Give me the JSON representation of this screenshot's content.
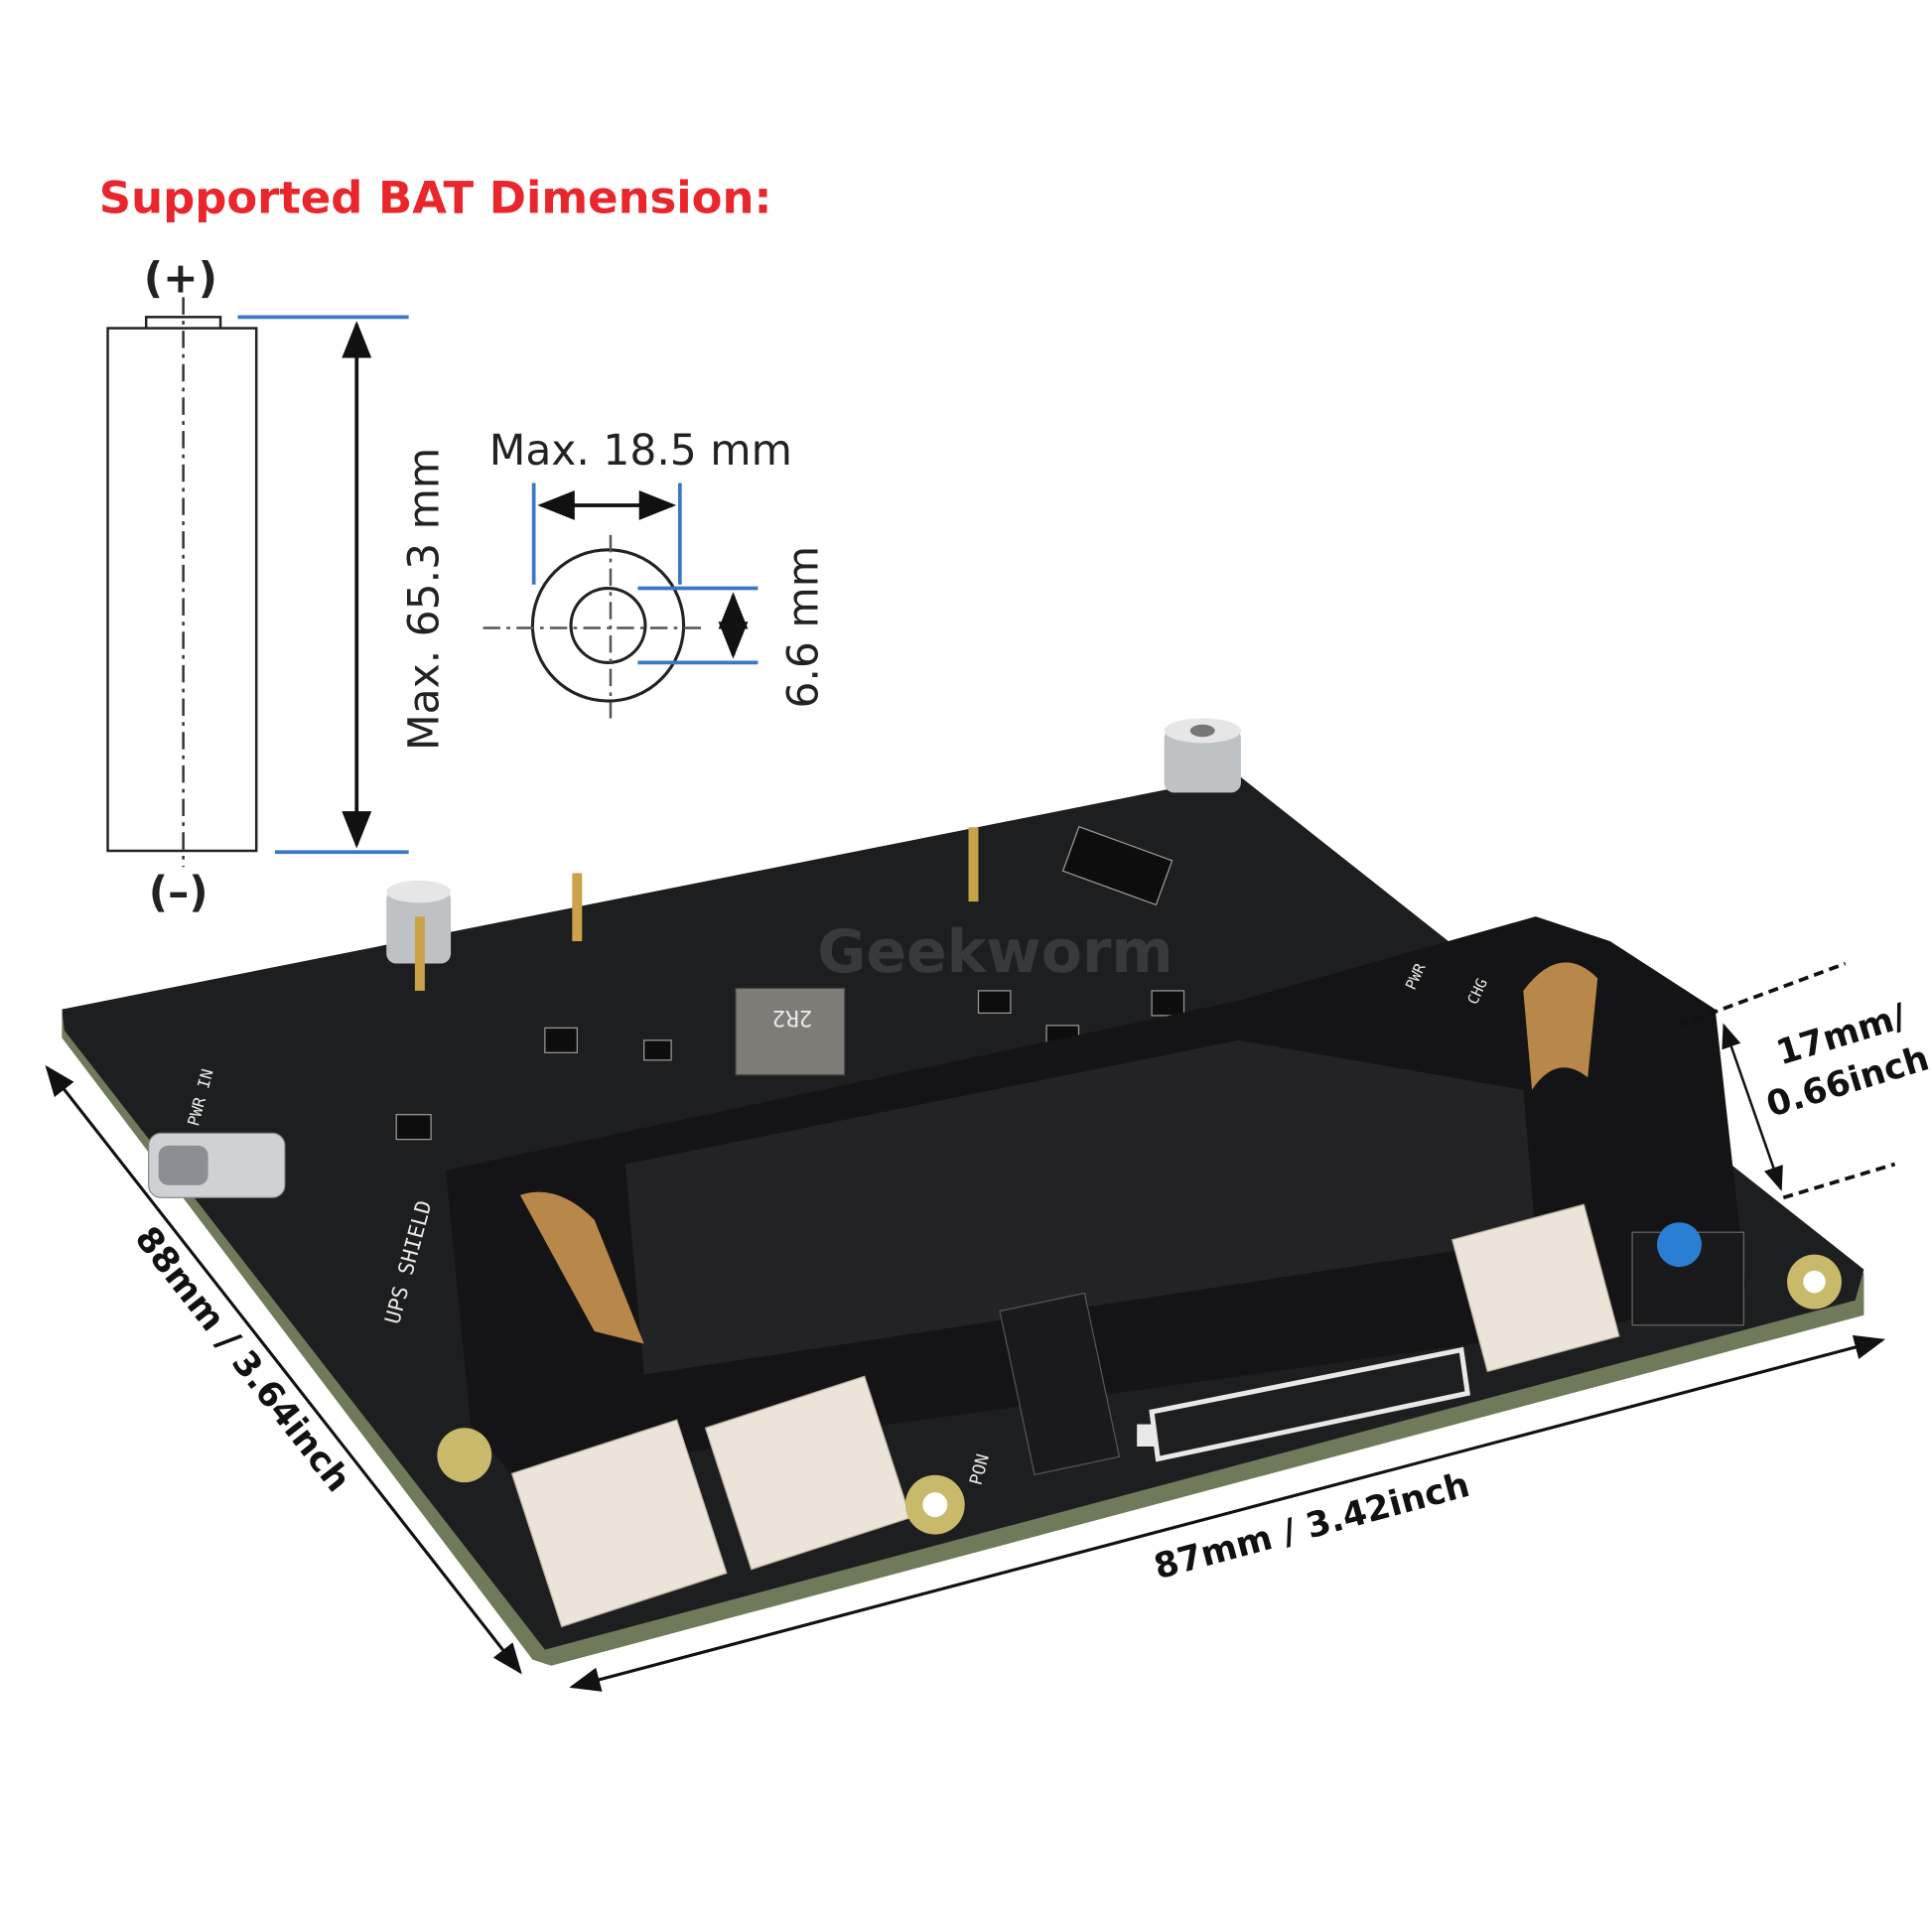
{
  "title": "Supported BAT Dimension:",
  "colors": {
    "title": "#e8262b",
    "guide": "#3a78c2",
    "board": "#1d1e20",
    "holder": "#141416",
    "connector": "#ece4d8",
    "button": "#2a7fd4",
    "contact": "#b8884a"
  },
  "battery_diagram": {
    "plus_label": "(+)",
    "minus_label": "(–)",
    "length_label": "Max. 65.3 mm",
    "diameter_label": "Max. 18.5 mm",
    "terminal_label": "6.6 mm"
  },
  "board": {
    "silkscreen": {
      "pwr_in": "PWR IN",
      "shield": "UPS SHIELD",
      "pwr": "PWR",
      "chg": "CHG",
      "pon": "PON",
      "inductor": "2R2"
    },
    "watermark": "Geekworm"
  },
  "dimensions": {
    "height_line1": "17mm/",
    "height_line2": "0.66inch",
    "depth": "88mm / 3.64inch",
    "width": "87mm / 3.42inch"
  }
}
